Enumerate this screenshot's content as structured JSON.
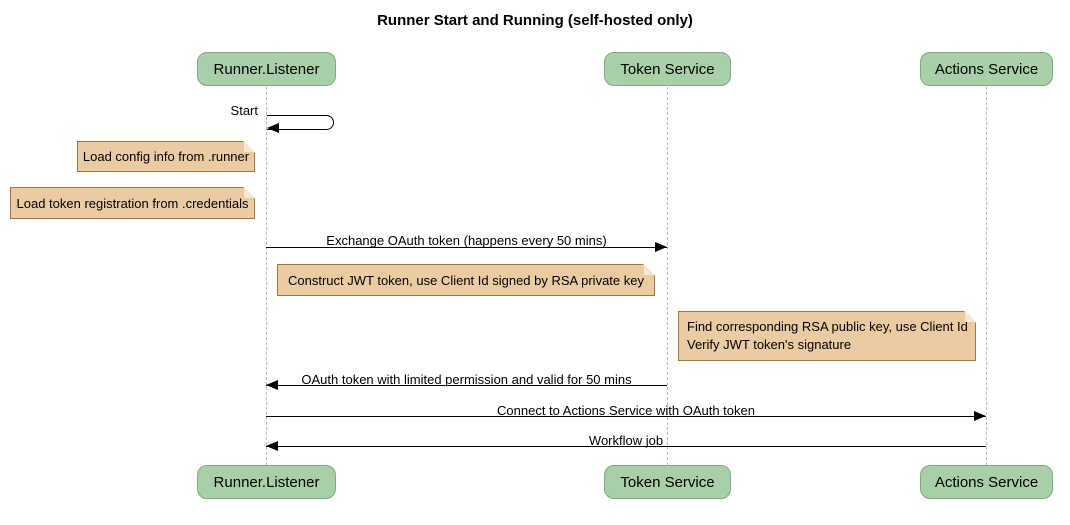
{
  "title": "Runner Start and Running (self-hosted only)",
  "participants": [
    {
      "name": "Runner.Listener"
    },
    {
      "name": "Token Service"
    },
    {
      "name": "Actions Service"
    }
  ],
  "messages": {
    "start": {
      "label": "Start",
      "from": "Runner.Listener",
      "to": "Runner.Listener"
    },
    "exchange": {
      "label": "Exchange OAuth token (happens every 50 mins)",
      "from": "Runner.Listener",
      "to": "Token Service"
    },
    "oauth_return": {
      "label": "OAuth token with limited permission and valid for 50 mins",
      "from": "Token Service",
      "to": "Runner.Listener"
    },
    "connect": {
      "label": "Connect to Actions Service with OAuth token",
      "from": "Runner.Listener",
      "to": "Actions Service"
    },
    "workflow": {
      "label": "Workflow job",
      "from": "Actions Service",
      "to": "Runner.Listener"
    }
  },
  "notes": {
    "load_config": {
      "text": "Load config info from .runner"
    },
    "load_token": {
      "text": "Load token registration from .credentials"
    },
    "construct_jwt": {
      "text": "Construct JWT token, use Client Id signed by RSA private key"
    },
    "verify_jwt": {
      "line1": "Find corresponding RSA public key, use Client Id",
      "line2": "Verify JWT token's signature"
    }
  },
  "colors": {
    "background": "#ffffff",
    "participant_fill": "#a8cfa8",
    "participant_border": "#81a881",
    "note_fill": "#ebcba2",
    "note_border": "#a0783c",
    "note_fold": "#f5e7d1",
    "lifeline": "#bbbbbb",
    "message": "#000000"
  }
}
